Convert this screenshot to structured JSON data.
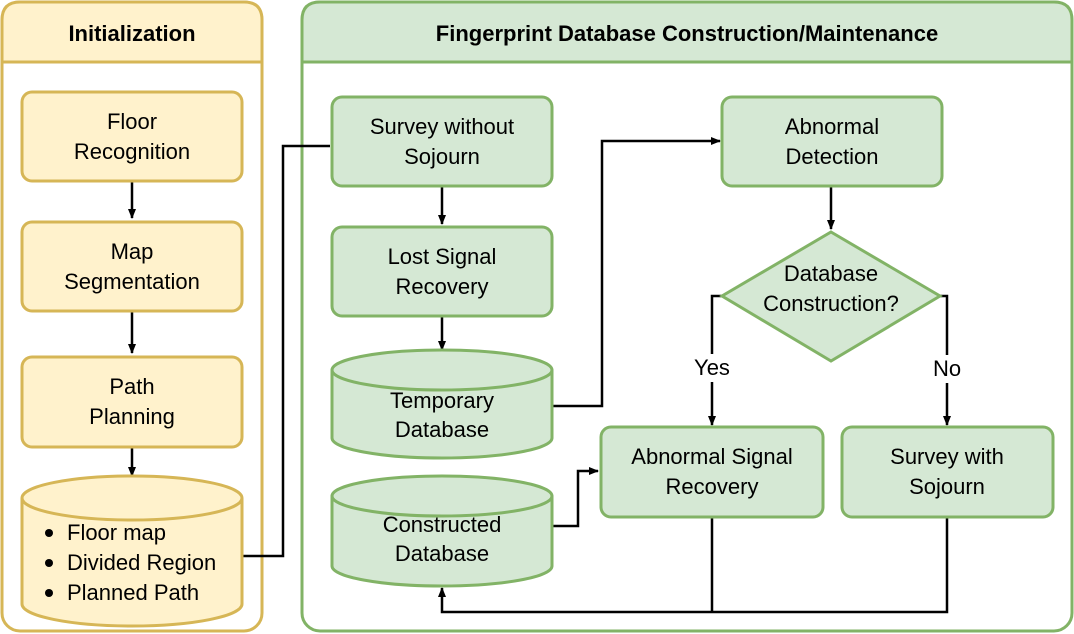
{
  "colors": {
    "init_fill": "#fff2cc",
    "init_stroke": "#d6b656",
    "db_fill": "#d5e8d4",
    "db_stroke": "#82b366",
    "edge": "#000000"
  },
  "init_panel": {
    "title": "Initialization",
    "floor_recognition": [
      "Floor",
      "Recognition"
    ],
    "map_segmentation": [
      "Map",
      "Segmentation"
    ],
    "path_planning": [
      "Path",
      "Planning"
    ],
    "outputs": [
      "Floor map",
      "Divided Region",
      "Planned Path"
    ]
  },
  "db_panel": {
    "title": "Fingerprint Database Construction/Maintenance",
    "survey_without": [
      "Survey without",
      "Sojourn"
    ],
    "lost_signal": [
      "Lost Signal",
      "Recovery"
    ],
    "temporary_db": [
      "Temporary",
      "Database"
    ],
    "constructed_db": [
      "Constructed",
      "Database"
    ],
    "abnormal_detection": [
      "Abnormal",
      "Detection"
    ],
    "decision": [
      "Database",
      "Construction?"
    ],
    "yes_label": "Yes",
    "no_label": "No",
    "abnormal_recovery": [
      "Abnormal Signal",
      "Recovery"
    ],
    "survey_with": [
      "Survey with",
      "Sojourn"
    ]
  }
}
